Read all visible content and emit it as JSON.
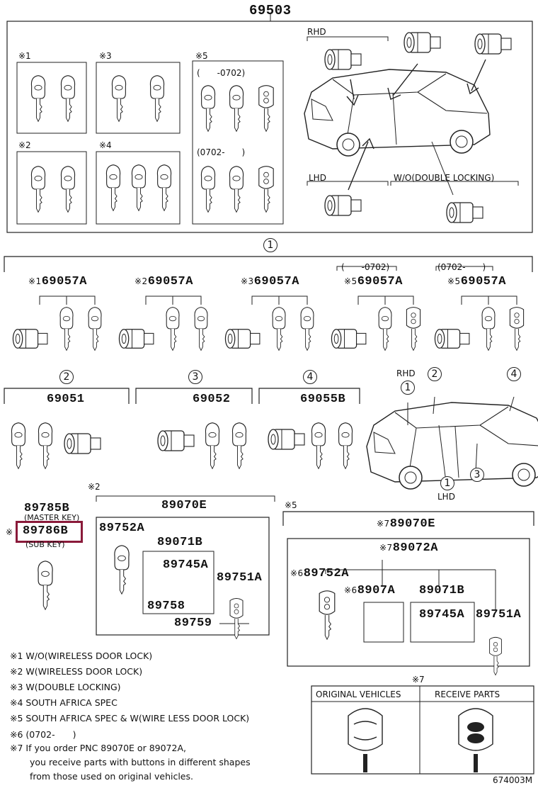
{
  "top": {
    "main_pn": "69503",
    "group_labels": [
      "※1",
      "※3",
      "※5",
      "※2",
      "※4"
    ],
    "range_early": "(　　-0702)",
    "range_late": "(0702-　　)",
    "rhd": "RHD",
    "lhd": "LHD",
    "wo_double": "W/O(DOUBLE LOCKING)"
  },
  "circle_labels": [
    "1",
    "2",
    "3",
    "4"
  ],
  "section1": {
    "ranges": [
      "(　　-0702)",
      "(0702-　　)"
    ],
    "items": [
      {
        "mark": "※1",
        "pn": "69057A"
      },
      {
        "mark": "※2",
        "pn": "69057A"
      },
      {
        "mark": "※3",
        "pn": "69057A"
      },
      {
        "mark": "※5",
        "pn": "69057A"
      },
      {
        "mark": "※5",
        "pn": "69057A"
      }
    ]
  },
  "section2": {
    "items": [
      {
        "pn": "69051"
      },
      {
        "pn": "69052"
      },
      {
        "pn": "69055B"
      }
    ],
    "rhd": "RHD",
    "lhd": "LHD"
  },
  "keys": {
    "master_pn": "89785B",
    "master_label": "(MASTER KEY)",
    "sub_mark": "※",
    "sub_pn": "89786B",
    "sub_label": "(SUB KEY)"
  },
  "kit2": {
    "mark": "※2",
    "main": "89070E",
    "parts": [
      "89752A",
      "89071B",
      "89745A",
      "89751A",
      "89758",
      "89759"
    ]
  },
  "kit5": {
    "mark": "※5",
    "main_mark": "※7",
    "main": "89070E",
    "sub_mark": "※7",
    "sub": "89072A",
    "p1_mark": "※6",
    "p1": "89752A",
    "p2_mark": "※6",
    "p2": "8907A",
    "parts": [
      "89071B",
      "89745A",
      "89751A"
    ]
  },
  "notes": [
    "※1 W/O(WIRELESS DOOR LOCK)",
    "※2 W(WIRELESS DOOR LOCK)",
    "※3 W(DOUBLE LOCKING)",
    "※4 SOUTH AFRICA SPEC",
    "※5 SOUTH AFRICA SPEC & W(WIRE LESS DOOR LOCK)",
    "※6 (0702-　　)",
    "※7  If you order PNC 89070E or 89072A,",
    "you receive parts with buttons in different shapes",
    "from those used on original vehicles."
  ],
  "compare": {
    "mark": "※7",
    "col1": "ORIGINAL VEHICLES",
    "col2": "RECEIVE PARTS"
  },
  "diagram_code": "674003M",
  "colors": {
    "highlight": "#8a1a3a",
    "line": "#222222"
  }
}
